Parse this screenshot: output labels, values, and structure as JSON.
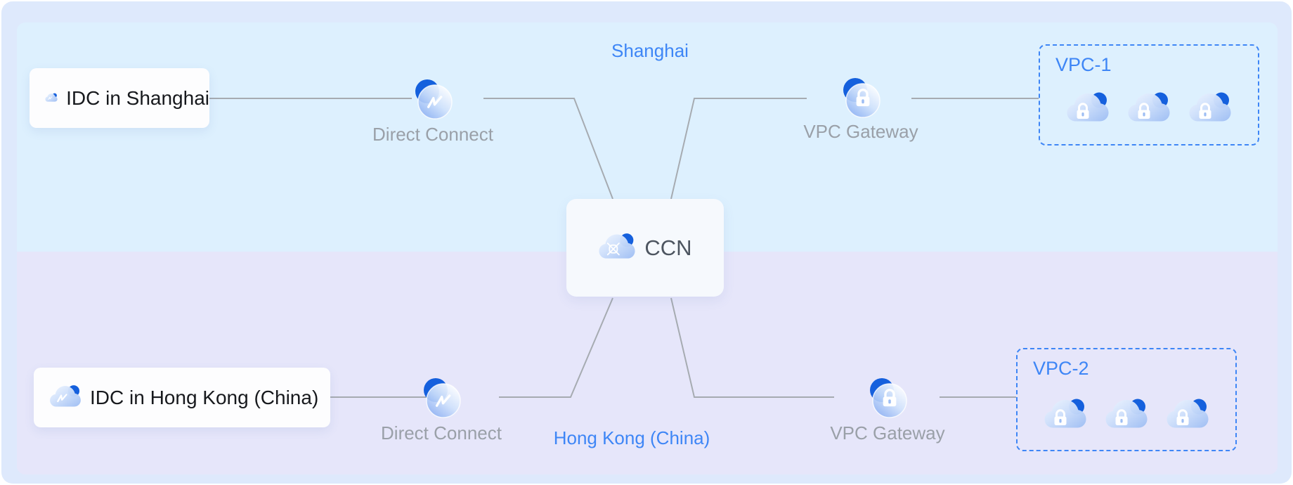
{
  "regions": {
    "top": {
      "label": "Shanghai"
    },
    "bottom": {
      "label": "Hong Kong (China)"
    }
  },
  "nodes": {
    "idc_top": {
      "label": "IDC in Shanghai",
      "icon": "cloud-transfer-icon"
    },
    "dc_top": {
      "label": "Direct Connect",
      "icon": "transfer-circle-icon"
    },
    "gw_top": {
      "label": "VPC Gateway",
      "icon": "lock-circle-icon"
    },
    "vpc_top": {
      "label": "VPC-1",
      "subnets": 3,
      "subnet_icon": "cloud-lock-icon"
    },
    "ccn": {
      "label": "CCN",
      "icon": "cloud-network-icon"
    },
    "idc_bottom": {
      "label": "IDC in Hong Kong (China)",
      "icon": "cloud-transfer-icon"
    },
    "dc_bottom": {
      "label": "Direct Connect",
      "icon": "transfer-circle-icon"
    },
    "gw_bottom": {
      "label": "VPC Gateway",
      "icon": "lock-circle-icon"
    },
    "vpc_bottom": {
      "label": "VPC-2",
      "subnets": 3,
      "subnet_icon": "cloud-lock-icon"
    }
  },
  "colors": {
    "accent_blue": "#3e86f6",
    "icon_navy": "#1560dd",
    "label_gray": "#9aa0a8",
    "wire_gray": "#a6abb1",
    "outer_bg": "#dee9fc",
    "region_top_bg": "#ddf0fe",
    "region_bottom_bg": "#e6e6fa"
  }
}
